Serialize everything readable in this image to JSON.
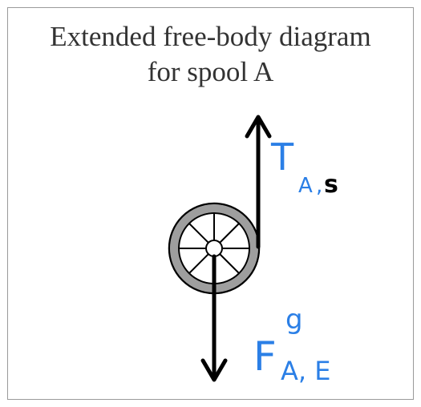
{
  "diagram": {
    "title_line1": "Extended free-body diagram",
    "title_line2": "for spool A",
    "tension_label": {
      "main": "T",
      "subscript_a": "A",
      "subscript_s": "s"
    },
    "gravity_label": {
      "main": "F",
      "superscript": "g",
      "subscript": "A, E"
    }
  },
  "colors": {
    "label_blue": "#2b7fe6",
    "arrow": "#000000",
    "spool_ring": "#9e9e9e",
    "frame_border": "#9a9a9a",
    "title_text": "#333333"
  },
  "icons": [
    "spool-icon",
    "up-arrow",
    "down-arrow"
  ]
}
